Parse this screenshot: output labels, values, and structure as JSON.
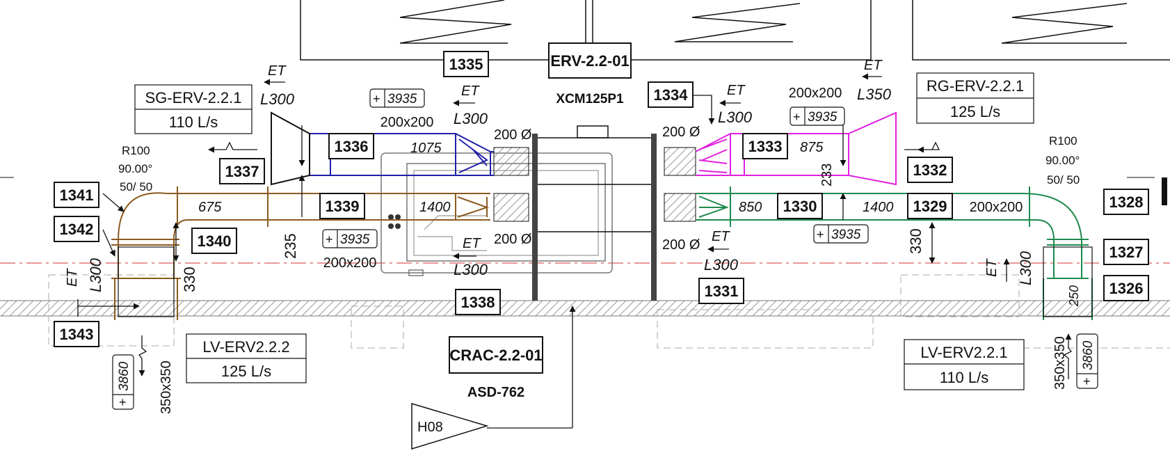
{
  "units": {
    "erv": "ERV-2.2-01",
    "erv_model": "XCM125P1",
    "crac": "CRAC-2.2-01",
    "crac_model": "ASD-762",
    "h08": "H08"
  },
  "tags": {
    "t1335": "1335",
    "t1334": "1334",
    "t1336": "1336",
    "t1337": "1337",
    "t1333": "1333",
    "t1332": "1332",
    "t1341": "1341",
    "t1339": "1339",
    "t1342": "1342",
    "t1340": "1340",
    "t1330": "1330",
    "t1329": "1329",
    "t1328": "1328",
    "t1327": "1327",
    "t1326": "1326",
    "t1338": "1338",
    "t1331": "1331",
    "t1343": "1343"
  },
  "grilles": {
    "sg_name": "SG-ERV-2.2.1",
    "sg_flow": "110 L/s",
    "rg_name": "RG-ERV-2.2.1",
    "rg_flow": "125 L/s",
    "lv2_name": "LV-ERV2.2.2",
    "lv2_flow": "125 L/s",
    "lv1_name": "LV-ERV2.2.1",
    "lv1_flow": "110 L/s"
  },
  "notes": {
    "et": "ET",
    "l300": "L300",
    "l350": "L350",
    "elev3935": "3935",
    "elev3860": "3860",
    "plus": "+",
    "d200x200": "200x200",
    "d200dia": "200 Ø",
    "d350x350": "350x350",
    "len1075": "1075",
    "len675": "675",
    "len1400": "1400",
    "len875": "875",
    "len850": "850",
    "dim235": "235",
    "dim233": "233",
    "dim330": "330",
    "dim250": "250",
    "elbow_r": "R100",
    "elbow_a": "90.00°",
    "elbow_s": "50/ 50"
  },
  "colors": {
    "line": "#111111",
    "supply": "#1f1fa8",
    "exhaust": "#8b5a1f",
    "return": "#e020e0",
    "outdoor": "#1e8a4e",
    "gridline": "#cc3333",
    "hatch": "#9a9a9a"
  }
}
